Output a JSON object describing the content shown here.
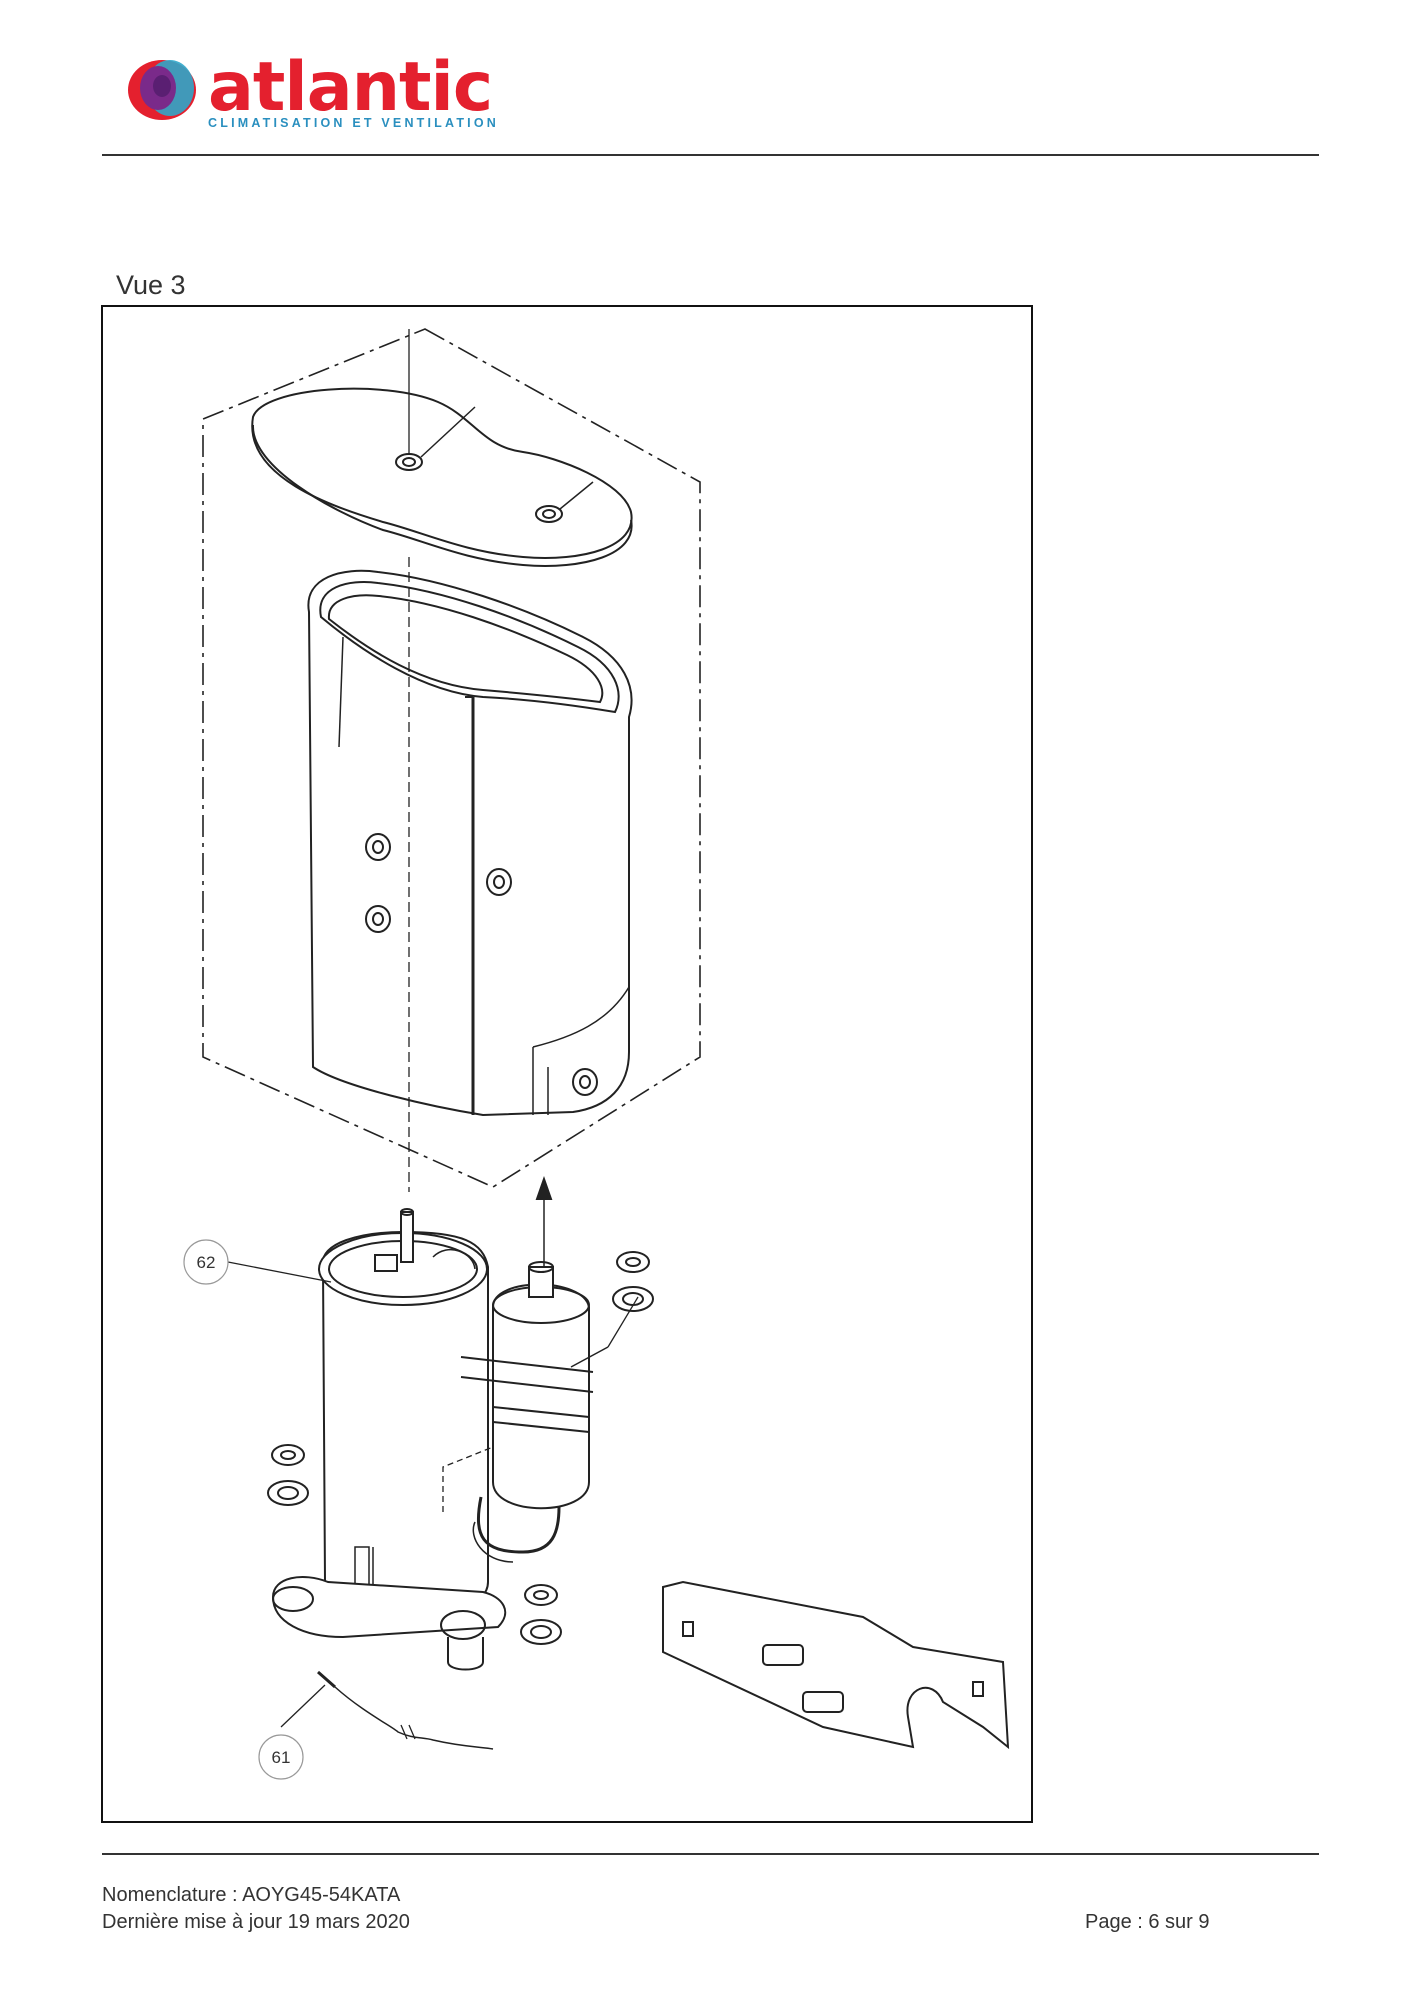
{
  "header": {
    "brand_name": "atlantic",
    "tagline": "CLIMATISATION ET VENTILATION",
    "logo_icon": "atlantic-logo-icon",
    "colors": {
      "brand_red": "#e4202e",
      "tagline_blue": "#2a8fbf",
      "logo_purple": "#7a2a8a"
    }
  },
  "view": {
    "title": "Vue 3",
    "callouts": [
      {
        "id": "62",
        "label": "62"
      },
      {
        "id": "61",
        "label": "61"
      }
    ]
  },
  "footer": {
    "nomenclature": "Nomenclature : AOYG45-54KATA",
    "updated": "Dernière mise à jour 19 mars 2020",
    "page": "Page : 6 sur 9"
  }
}
